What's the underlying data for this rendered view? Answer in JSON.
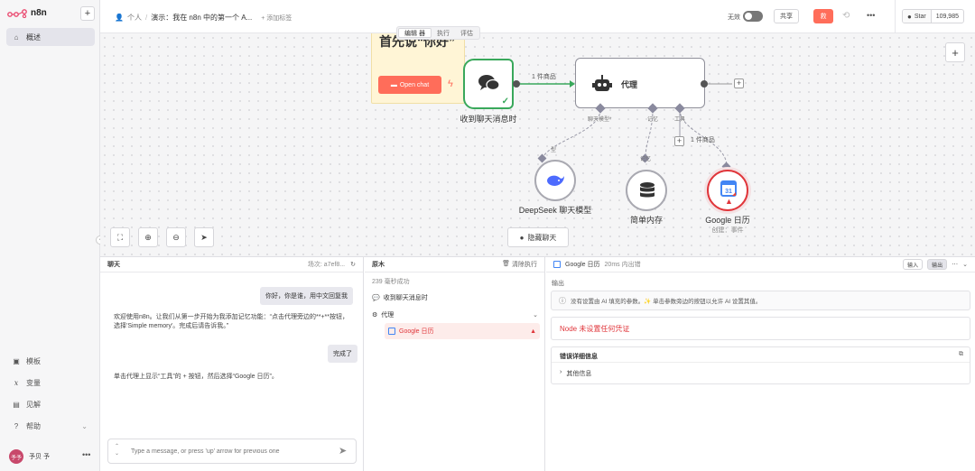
{
  "sidebar": {
    "brand": "n8n",
    "add": "+",
    "items": [
      {
        "label": "概述",
        "icon": "home-icon"
      }
    ],
    "bottom_items": [
      {
        "label": "模板",
        "icon": "templates-icon"
      },
      {
        "label": "变量",
        "icon": "variables-icon"
      },
      {
        "label": "见解",
        "icon": "insights-icon"
      },
      {
        "label": "帮助",
        "icon": "help-icon"
      }
    ],
    "user": {
      "initials": "予予",
      "name": "予贝 予"
    },
    "more": "•••"
  },
  "header": {
    "project": "个人",
    "separator": "/",
    "workflow_title": "演示：我在 n8n 中的第一个 A...",
    "add_tag": "+ 添加标签",
    "inactive_label": "无效",
    "share": "共享",
    "save": "救",
    "more": "•••",
    "github": {
      "label": "Star",
      "count": "109,985"
    }
  },
  "mode_tabs": [
    "编辑 器",
    "执行",
    "评估"
  ],
  "canvas": {
    "sticky_text": "首先说“你好”",
    "open_chat": "Open chat",
    "trigger_label": "收到聊天消息时",
    "agent_label": "代理",
    "edge_items": "1 件商品",
    "edge_items_tool": "1 件商品",
    "port_model": "聊天模型*",
    "port_memory": "记忆",
    "port_tool": "工具",
    "port_model_small": "型",
    "port_memory_small": "记忆",
    "deepseek_label": "DeepSeek 聊天模型",
    "memory_label": "简单内存",
    "gcal_label": "Google 日历",
    "gcal_sub": "创建：事件",
    "hide_chat": "隐藏聊天",
    "plus": "+"
  },
  "chat": {
    "title": "聊天",
    "session": "场次: a7ef8...",
    "messages": [
      {
        "role": "user",
        "text": "你好，你是谁，用中文回复我"
      },
      {
        "role": "bot",
        "text": "欢迎使用n8n。让我们从第一步开始为我添加记忆功能：“点击代理旁边的**+**按钮，选择'Simple memory'。完成后请告诉我。”"
      },
      {
        "role": "user",
        "text": "完成了"
      },
      {
        "role": "bot",
        "text": "单击代理上显示“工具”的 + 按钮，然后选择“Google 日历”。"
      }
    ],
    "placeholder": "Type a message, or press 'up' arrow for previous one"
  },
  "logs": {
    "title": "原木",
    "clear": "清除执行",
    "summary": "239 毫秒成功",
    "rows": [
      {
        "label": "收到聊天消息时"
      },
      {
        "label": "代理"
      },
      {
        "label": "Google 日历"
      }
    ]
  },
  "detail": {
    "title": "Google 日历",
    "time": "20ms 内出错",
    "input_tab": "输入",
    "output_tab": "输出",
    "section": "输出",
    "info": "没有设置由 AI 填充的参数。✨ 单击参数旁边的按钮以允许 AI 设置其值。",
    "error": "Node 未设置任何凭证",
    "error_details": "错误详细信息",
    "other_info": "其他信息"
  },
  "colors": {
    "accent": "#ff6d5a",
    "success": "#39a85b",
    "error": "#e0363b"
  }
}
